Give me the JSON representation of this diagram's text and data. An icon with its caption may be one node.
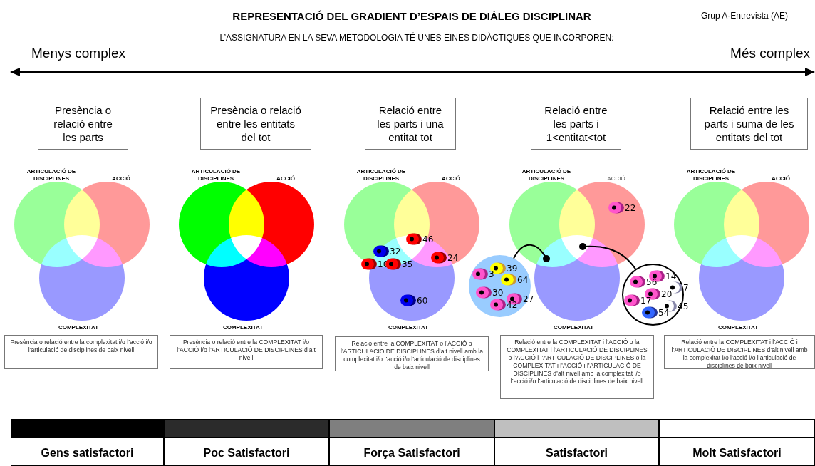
{
  "diagram": {
    "title": "REPRESENTACIÓ DEL GRADIENT D’ESPAIS DE DIÀLEG DISCIPLINAR",
    "nodes": [
      {
        "text": [
          "Presència o relació entre les parts"
        ]
      },
      {
        "text": [
          "Presència o relació entre les entitats del tot"
        ]
      },
      {
        "text": [
          "Relació entre les parts i una entitat tot"
        ]
      },
      {
        "text": [
          "Relació  entre les parts i 1<entitat<tot"
        ]
      },
      {
        "text": [
          "Relació  entre les parts i suma de les entitats del tot"
        ]
      },
      {
        "text": [
          "Presència o relació entre la complexitat i/o l’acció i/o l’articulació de disciplines de baix nivell"
        ]
      },
      {
        "text": [
          "Presència o relació entre la COMPLEXITAT i/o l’ACCIÓ i/o l’ARTICULACIÓ DE DISCIPLINES d’alt nivell"
        ]
      },
      {
        "text": [
          "Relació entre la COMPLEXITAT o l’ACCIÓ o l’ARTICULACIÓ DE DISCIPLINES d’alt nivell amb la complexitat i/o l’acció i/o l’articulació de disciplines de baix nivell"
        ]
      },
      {
        "text": [
          "Relació entre la COMPLEXITAT i l’ACCIÓ o la COMPLEXITAT i l’ARTICULACIÓ DE DISCIPLINES o l’ACCIÓ i l’ARTICULACIÓ DE DISCIPLINES o la COMPLEXITAT i l’ACCIÓ i l’ARTICULACIÓ DE DISCIPLINES d’alt nivell amb la complexitat i/o l’acció i/o l’articulació de disciplines de baix nivell"
        ]
      },
      {
        "text": [
          "Relació entre la COMPLEXITAT i l’ACCIÓ i l’ARTICULACIÓ DE DISCIPLINES d’alt nivell amb la complexitat i/o l’acció i/o l’articulació de disciplines de baix nivell"
        ]
      },
      {
        "text": [
          "46"
        ]
      },
      {
        "text": [
          "32"
        ]
      },
      {
        "text": [
          "24"
        ]
      },
      {
        "text": [
          "10"
        ]
      },
      {
        "text": [
          "35"
        ]
      },
      {
        "text": [
          "60"
        ]
      },
      {
        "text": [
          "22"
        ]
      },
      {
        "text": [],
        "shape": "circle"
      },
      {
        "text": [
          "39"
        ],
        "in": 17
      },
      {
        "text": [
          "3"
        ],
        "in": 17
      },
      {
        "text": [
          "64"
        ],
        "in": 17
      },
      {
        "text": [
          "30"
        ],
        "in": 17
      },
      {
        "text": [
          "27"
        ],
        "in": 17
      },
      {
        "text": [
          "42"
        ],
        "in": 17
      },
      {
        "text": [],
        "shape": "circle"
      },
      {
        "text": [
          "14"
        ],
        "in": 24
      },
      {
        "text": [
          "56"
        ],
        "in": 24
      },
      {
        "text": [
          "7"
        ],
        "in": 24
      },
      {
        "text": [
          "20"
        ],
        "in": 24
      },
      {
        "text": [
          "17"
        ],
        "in": 24
      },
      {
        "text": [
          "45"
        ],
        "in": 24
      },
      {
        "text": [
          "54"
        ],
        "in": 24
      }
    ],
    "edges": [
      {
        "from": 17,
        "to": null,
        "arrow": "other"
      },
      {
        "from": 24,
        "to": null,
        "arrow": "other"
      }
    ],
    "labels": [
      "Grup A-Entrevista (AE)",
      "L’ASSIGNATURA EN LA SEVA METODOLOGIA TÉ UNES EINES DIDÀCTIQUES  QUE INCORPOREN:",
      "Menys complex",
      "Més complex",
      "ARTICULACIÓ DE DISCIPLINES",
      "ACCIÓ",
      "COMPLEXITAT",
      "ARTICULACIÓ DE DISCIPLINES",
      "ACCIÓ",
      "COMPLEXITAT",
      "ARTICULACIÓ DE DISCIPLINES",
      "ACCIÓ",
      "COMPLEXITAT",
      "ARTICULACIÓ DE DISCIPLINES",
      "ACCIÓ",
      "COMPLEXITAT",
      "ARTICULACIÓ DE DISCIPLINES",
      "ACCIÓ",
      "COMPLEXITAT"
    ],
    "legend": [
      {
        "text": "Gens satisfactori",
        "color": "#000000"
      },
      {
        "text": "Poc Satisfactori",
        "color": "#2b2b2b"
      },
      {
        "text": "Força Satisfactori",
        "color": "#7f7f7f"
      },
      {
        "text": "Satisfactori",
        "color": "#bfbfbf"
      },
      {
        "text": "Molt Satisfactori",
        "color": "#ffffff"
      }
    ]
  }
}
